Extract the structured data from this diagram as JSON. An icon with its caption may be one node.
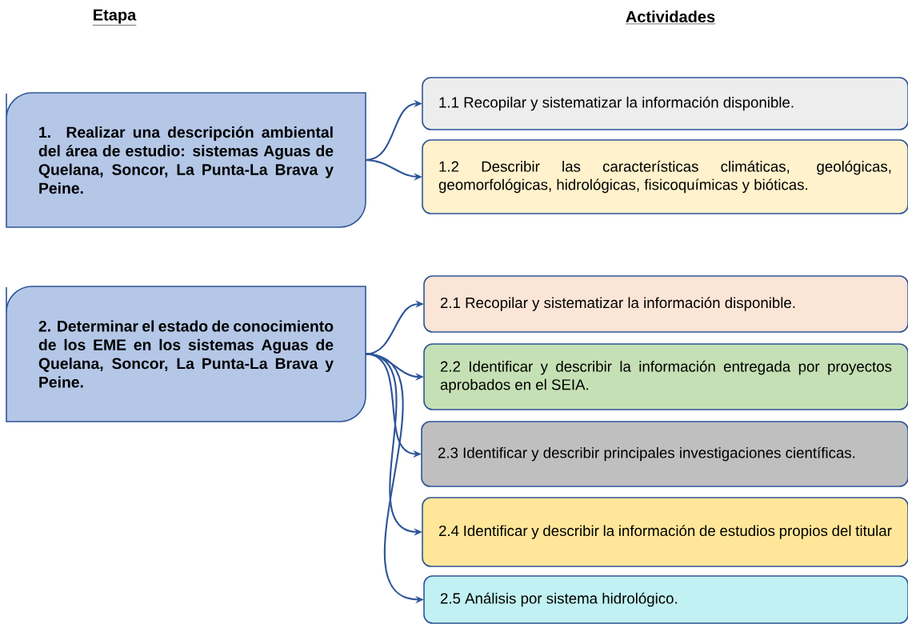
{
  "diagram": {
    "nodes": [
      {
        "text": [
          "1. Realizar una descripción ambiental del área de estudio: sistemas Aguas de Quelana, Soncor, La Punta-La Brava y Peine."
        ]
      },
      {
        "text": [
          "1.1 Recopilar y sistematizar la información disponible."
        ]
      },
      {
        "text": [
          "1.2 Describir las características climáticas, geológicas, geomorfológicas, hidrológicas, fisicoquímicas y bióticas."
        ]
      },
      {
        "text": [
          "2. Determinar el estado de conocimiento de los EME en los sistemas Aguas de Quelana, Soncor, La Punta-La Brava y Peine."
        ]
      },
      {
        "text": [
          "2.1 Recopilar y sistematizar la información disponible."
        ]
      },
      {
        "text": [
          "2.2 Identificar y describir la información entregada por proyectos aprobados en el SEIA."
        ]
      },
      {
        "text": [
          "2.3 Identificar y describir principales investigaciones científicas."
        ]
      },
      {
        "text": [
          "2.4 Identificar y describir la información de estudios propios del titular"
        ]
      },
      {
        "text": [
          "2.5 Análisis por sistema hidrológico."
        ]
      }
    ],
    "edges": [
      {
        "from": 0,
        "to": 1,
        "arrow": "to"
      },
      {
        "from": 0,
        "to": 2,
        "arrow": "to"
      },
      {
        "from": 3,
        "to": 4,
        "arrow": "to"
      },
      {
        "from": 3,
        "to": 5,
        "arrow": "to"
      },
      {
        "from": 3,
        "to": 6,
        "arrow": "to"
      },
      {
        "from": 3,
        "to": 7,
        "arrow": "to"
      },
      {
        "from": 3,
        "to": 8,
        "arrow": "to"
      }
    ],
    "labels": [
      "Etapa",
      "Actividades"
    ]
  }
}
